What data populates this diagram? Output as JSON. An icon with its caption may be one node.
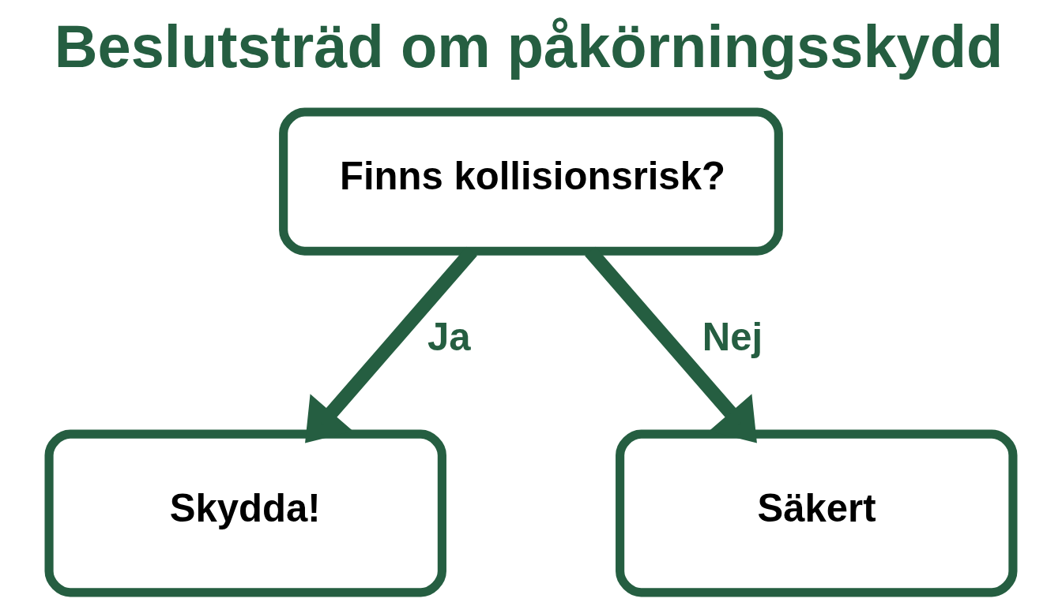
{
  "diagram": {
    "title": "Beslutsträd om påkörningsskydd",
    "nodes": [
      {
        "text": [
          "Finns kollisionsrisk?"
        ]
      },
      {
        "text": [
          "Skydda!"
        ]
      },
      {
        "text": [
          "Säkert"
        ]
      }
    ],
    "edges": [
      {
        "from": 0,
        "to": 1,
        "arrow": "to",
        "label": "Ja"
      },
      {
        "from": 0,
        "to": 2,
        "arrow": "to",
        "label": "Nej"
      }
    ]
  }
}
